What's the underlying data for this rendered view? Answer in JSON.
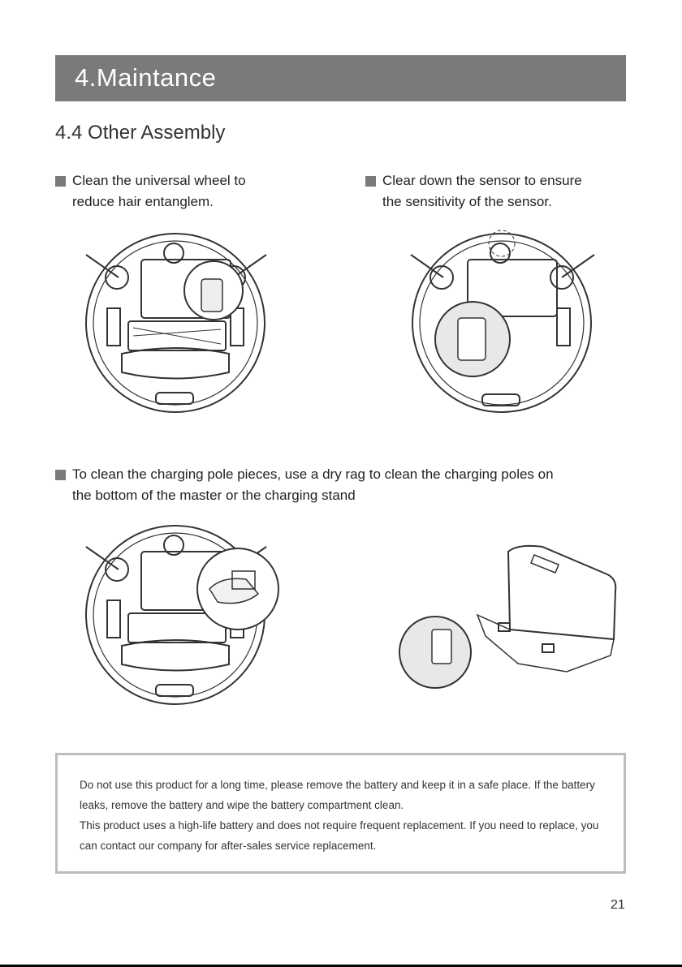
{
  "header": {
    "section_title": "4.Maintance"
  },
  "subtitle": "4.4 Other Assembly",
  "bullets": {
    "wheel": {
      "line1": "Clean the universal wheel to",
      "line2": "reduce hair entanglem."
    },
    "sensor": {
      "line1": "Clear down the sensor to ensure",
      "line2": "the sensitivity of the sensor."
    },
    "charging": {
      "line1": "To clean the charging pole pieces, use a dry rag to clean the charging poles on",
      "line2": "the bottom of the master or the charging stand"
    }
  },
  "notice": {
    "p1": "Do not use this product for a long time, please remove the battery and keep it in a safe place. If the battery leaks, remove the battery and wipe the battery compartment clean.",
    "p2": "This product uses a high-life battery and does not require frequent replacement. If you need to replace, you can contact our company for after-sales service replacement."
  },
  "page_number": "21",
  "colors": {
    "section_bar": "#7a7a7a",
    "bullet_square": "#7a7a7a",
    "notice_border": "#bdbdbd"
  }
}
